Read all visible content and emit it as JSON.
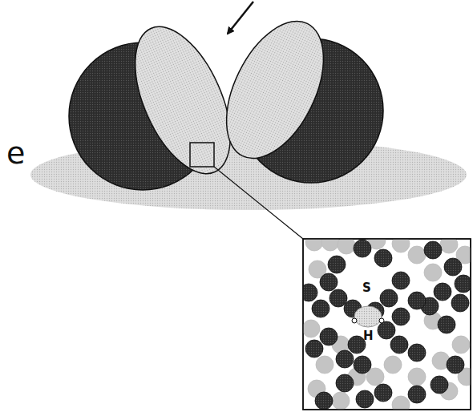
{
  "diagram": {
    "labels": [
      "e",
      "S",
      "H"
    ]
  }
}
